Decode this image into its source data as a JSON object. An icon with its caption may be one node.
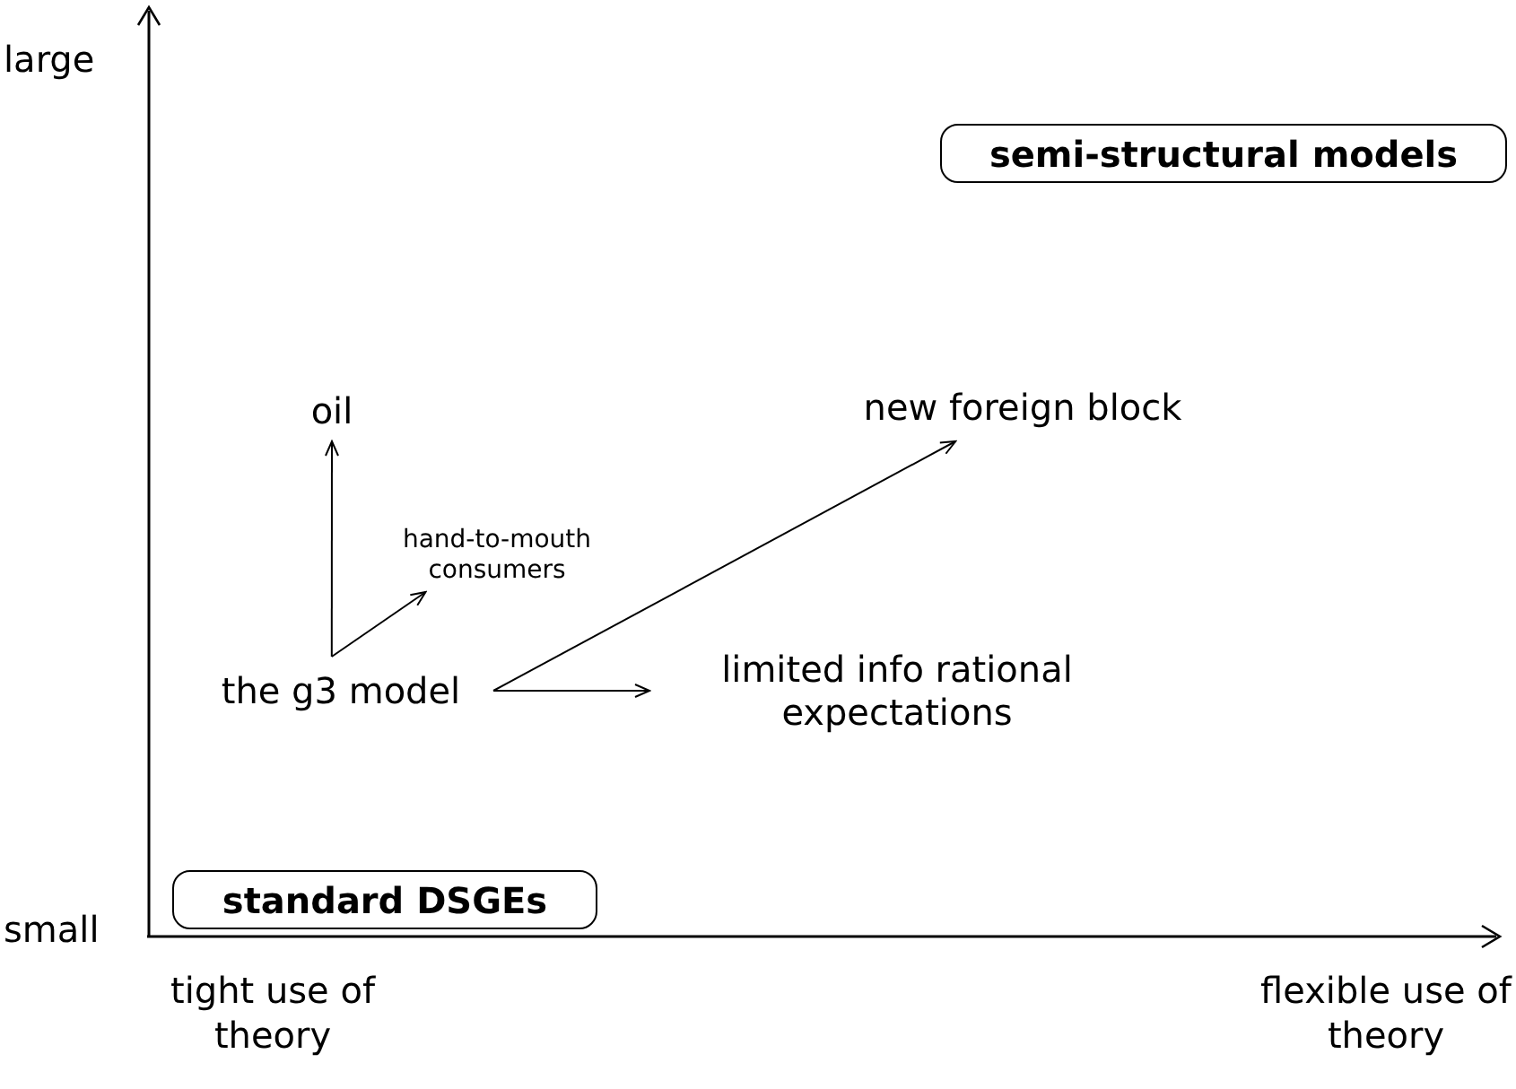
{
  "diagram": {
    "nodes": [
      {
        "text": [
          "semi-structural models"
        ]
      },
      {
        "text": [
          "standard DSGEs"
        ]
      },
      {
        "text": [
          "the g3 model"
        ]
      },
      {
        "text": [
          "oil"
        ]
      },
      {
        "text": [
          "hand-to-mouth consumers"
        ]
      },
      {
        "text": [
          "new foreign block"
        ]
      },
      {
        "text": [
          "limited info rational expectations"
        ]
      }
    ],
    "edges": [
      {
        "from": 2,
        "to": 3,
        "arrow": "to"
      },
      {
        "from": 2,
        "to": 4,
        "arrow": "to"
      },
      {
        "from": 2,
        "to": 5,
        "arrow": "to"
      },
      {
        "from": 2,
        "to": 6,
        "arrow": "to"
      }
    ],
    "labels": [
      "large",
      "small",
      "tight use of theory",
      "flexible use of theory"
    ]
  }
}
